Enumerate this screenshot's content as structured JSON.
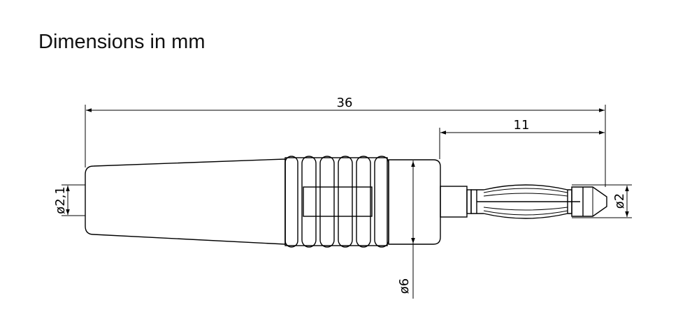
{
  "title": "Dimensions in mm",
  "dimensions": {
    "overall_length": "36",
    "pin_length": "11",
    "cable_diameter": "ø2,1",
    "pin_diameter": "ø2",
    "body_diameter": "ø6"
  }
}
